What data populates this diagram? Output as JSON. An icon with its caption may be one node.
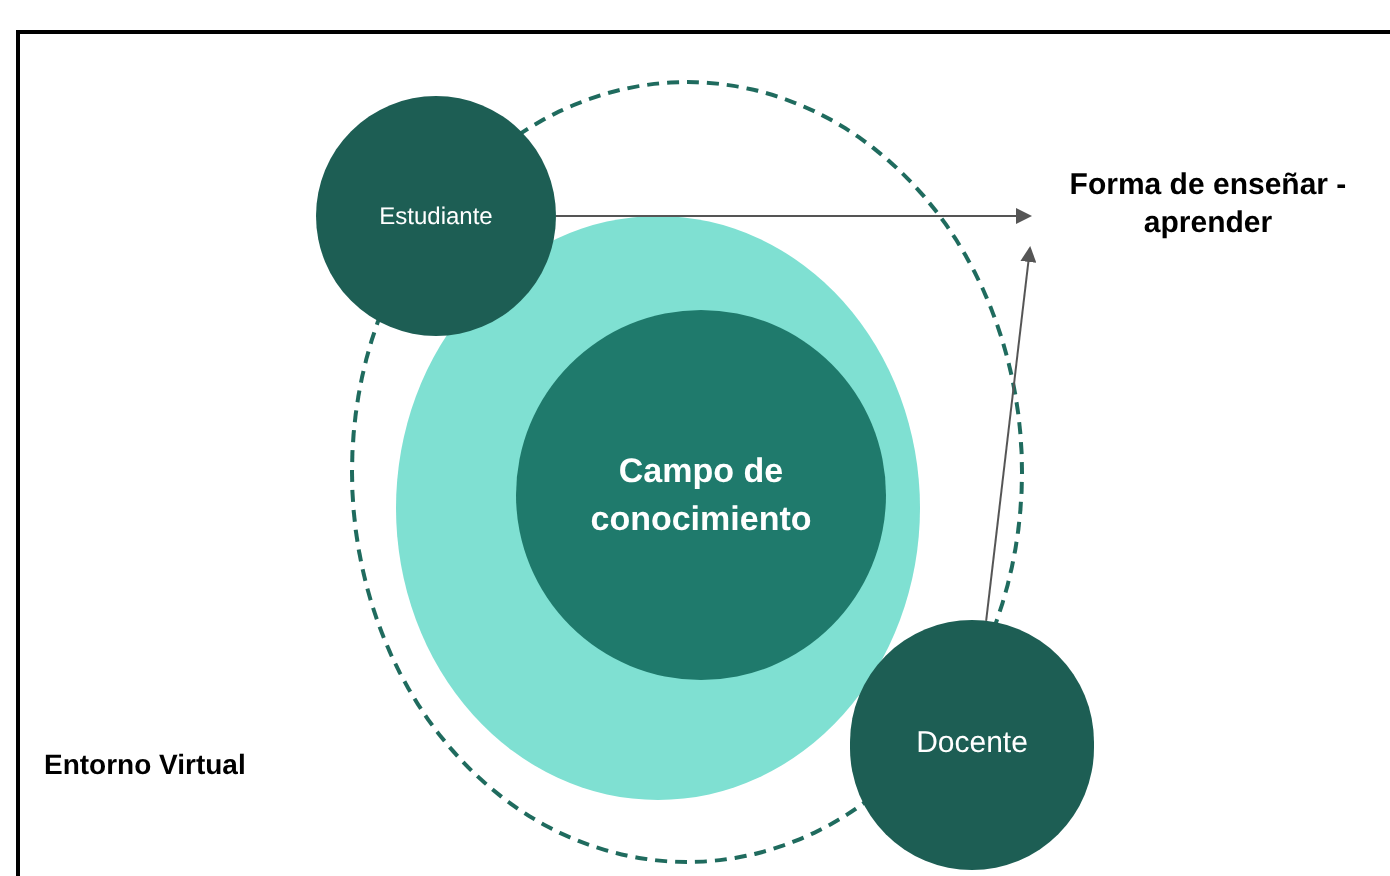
{
  "diagram": {
    "nodes": [
      {
        "text": [
          "Estudiante"
        ]
      },
      {
        "text": [
          "Campo de conocimiento"
        ]
      },
      {
        "text": [
          "Docente"
        ]
      },
      {
        "text": [
          "Forma de enseñar - aprender"
        ]
      }
    ],
    "edges": [
      {
        "from": 0,
        "to": 3,
        "arrow": "to"
      },
      {
        "from": 2,
        "to": 3,
        "arrow": "to"
      }
    ],
    "labels": [
      "Entorno Virtual"
    ]
  }
}
